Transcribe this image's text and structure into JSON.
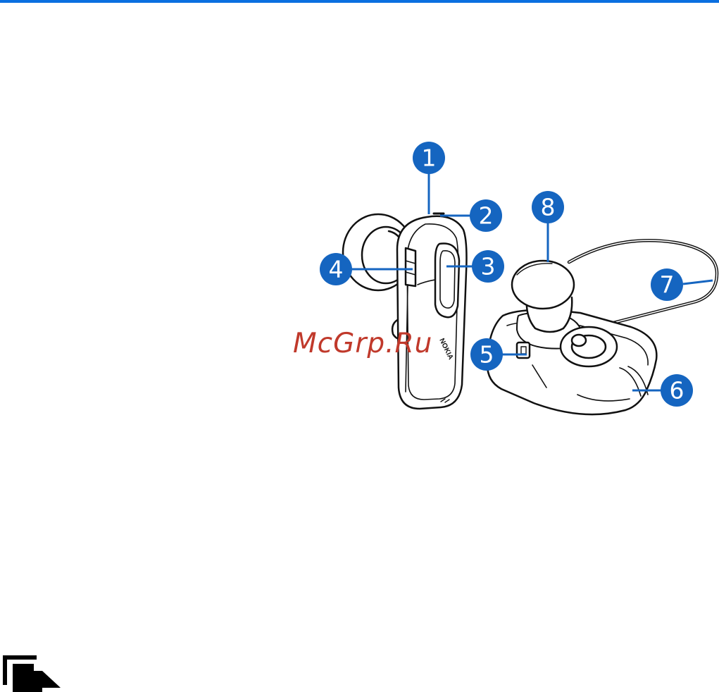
{
  "page": {
    "accent_color": "#1565C0",
    "rule_color": "#0A6FE0"
  },
  "figure": {
    "device_brand_label": "NOKIA",
    "callouts": [
      {
        "number": "1",
        "part": "top-callout"
      },
      {
        "number": "2",
        "part": "indicator-light"
      },
      {
        "number": "3",
        "part": "answer-end-key"
      },
      {
        "number": "4",
        "part": "volume-keys"
      },
      {
        "number": "5",
        "part": "charger-connector"
      },
      {
        "number": "6",
        "part": "microphone"
      },
      {
        "number": "7",
        "part": "ear-loop"
      },
      {
        "number": "8",
        "part": "earpiece"
      }
    ]
  },
  "watermark": {
    "text": "McGrp.Ru",
    "color": "#C0392B"
  },
  "note": {
    "icon": "note-icon"
  }
}
